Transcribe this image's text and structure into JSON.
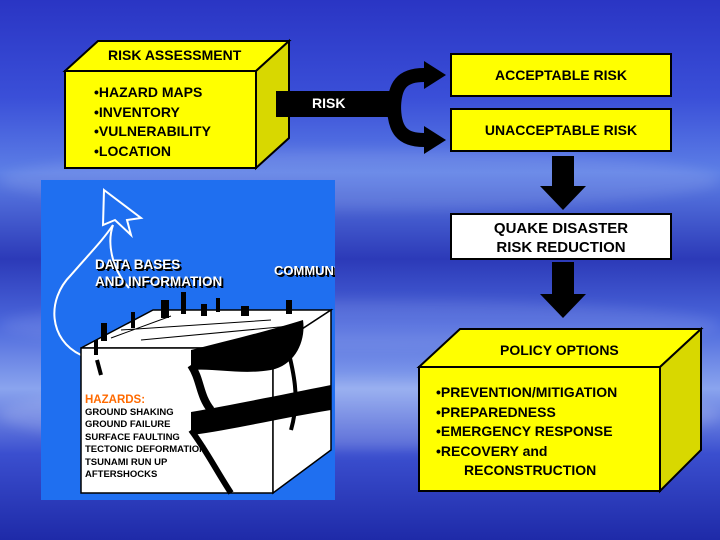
{
  "risk_assessment": {
    "title": "RISK ASSESSMENT",
    "items": [
      "•HAZARD MAPS",
      "•INVENTORY",
      "•VULNERABILITY",
      "•LOCATION"
    ]
  },
  "risk_label": "RISK",
  "acceptable_risk": "ACCEPTABLE RISK",
  "unacceptable_risk": "UNACCEPTABLE RISK",
  "quake_reduction": {
    "line1": "QUAKE DISASTER",
    "line2": "RISK REDUCTION"
  },
  "policy_options": {
    "title": "POLICY OPTIONS",
    "items": [
      "•PREVENTION/MITIGATION",
      "•PREPAREDNESS",
      "•EMERGENCY RESPONSE",
      "•RECOVERY and",
      "RECONSTRUCTION"
    ]
  },
  "illustration": {
    "databases_line1": "DATA BASES",
    "databases_line2": "AND INFORMATION",
    "community": "COMMUNITY",
    "hazards_title": "HAZARDS:",
    "hazards": [
      "GROUND SHAKING",
      "GROUND FAILURE",
      "SURFACE FAULTING",
      "TECTONIC DEFORMATION",
      "TSUNAMI RUN UP",
      "AFTERSHOCKS"
    ]
  },
  "colors": {
    "box_fill": "#ffff00",
    "box_side": "#d8d800",
    "illustration_bg": "#1f6ff0",
    "arrow": "#000000"
  }
}
